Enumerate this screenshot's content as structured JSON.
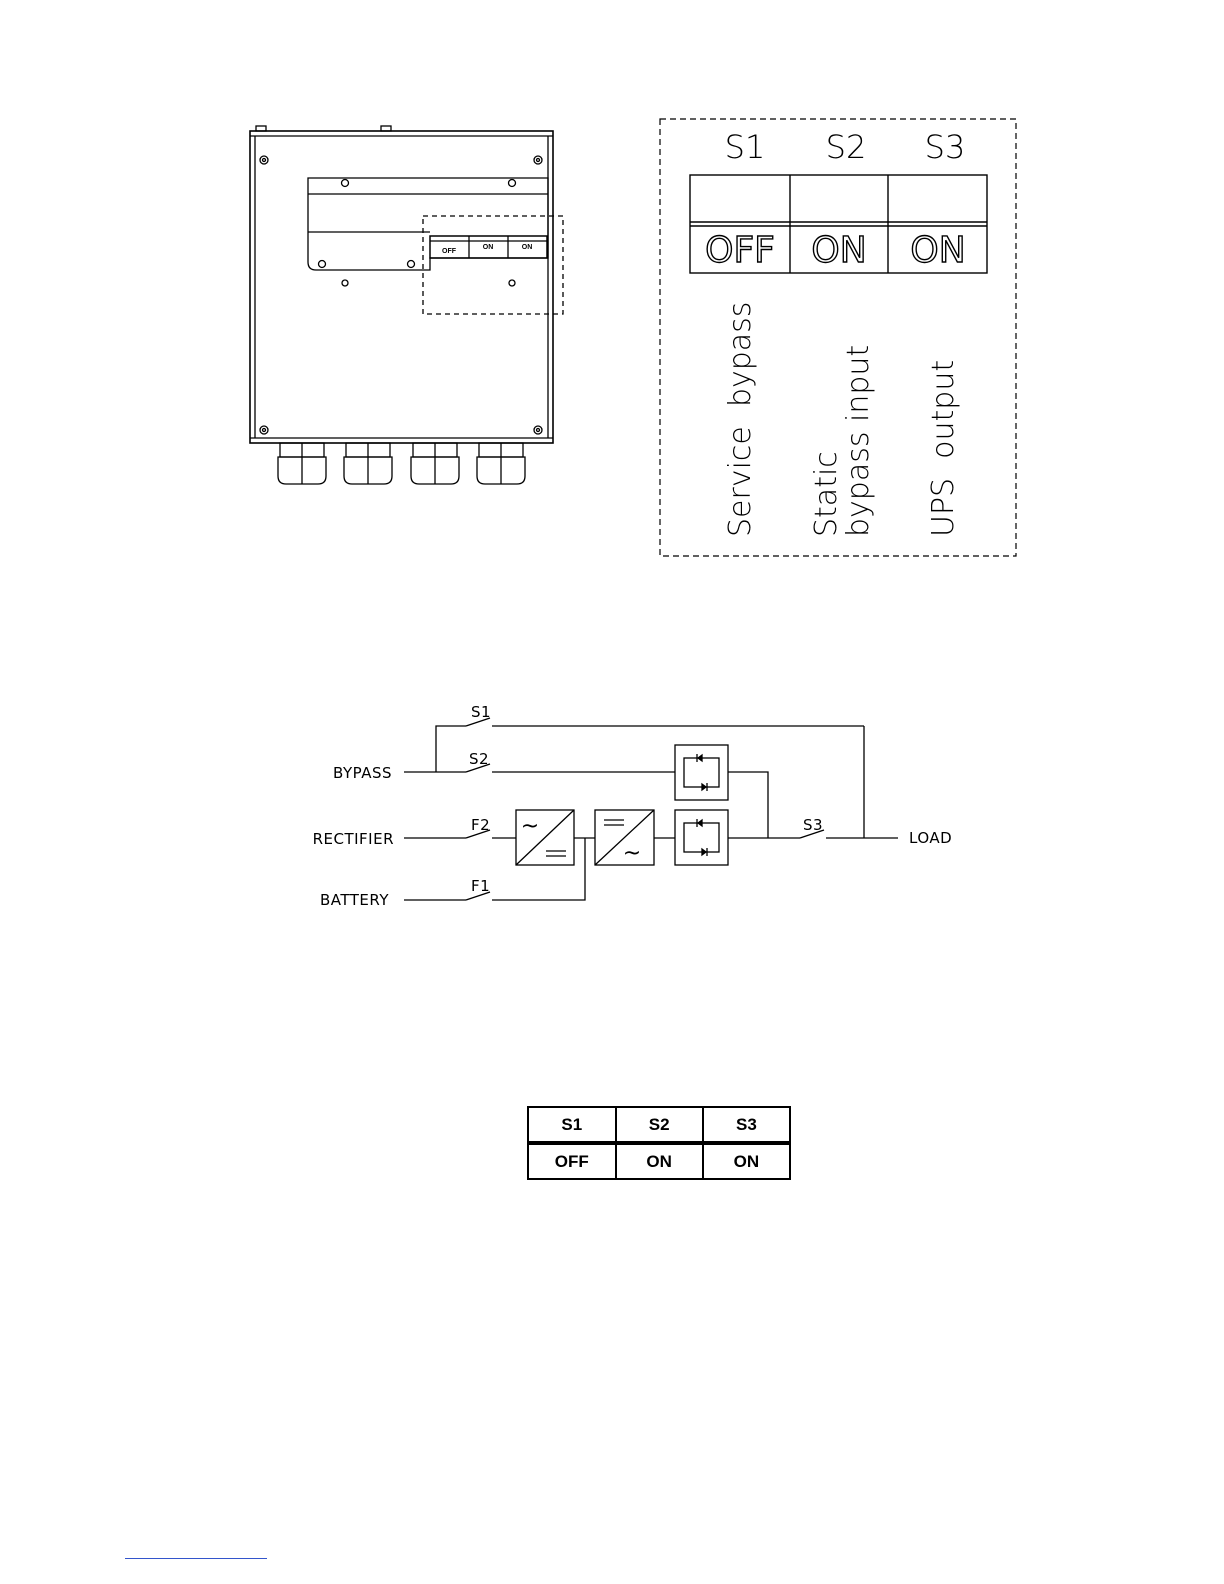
{
  "cabinet": {
    "switch_labels": [
      "OFF",
      "ON",
      "ON"
    ]
  },
  "detail_panel": {
    "switches": [
      {
        "id": "S1",
        "state": "OFF",
        "label_lines": [
          "Service  bypass"
        ]
      },
      {
        "id": "S2",
        "state": "ON",
        "label_lines": [
          "Static",
          "bypass input"
        ]
      },
      {
        "id": "S3",
        "state": "ON",
        "label_lines": [
          "UPS  output"
        ]
      }
    ]
  },
  "schematic": {
    "inputs": {
      "bypass": "BYPASS",
      "rectifier": "RECTIFIER",
      "battery": "BATTERY"
    },
    "output": "LOAD",
    "switches": {
      "s1": "S1",
      "s2": "S2",
      "s3": "S3",
      "f1": "F1",
      "f2": "F2"
    },
    "converter_symbols": {
      "ac": "~",
      "dc": "="
    }
  },
  "state_table": {
    "headers": [
      "S1",
      "S2",
      "S3"
    ],
    "values": [
      "OFF",
      "ON",
      "ON"
    ]
  },
  "colors": {
    "line": "#000000",
    "footnote_rule": "#3355cc"
  }
}
